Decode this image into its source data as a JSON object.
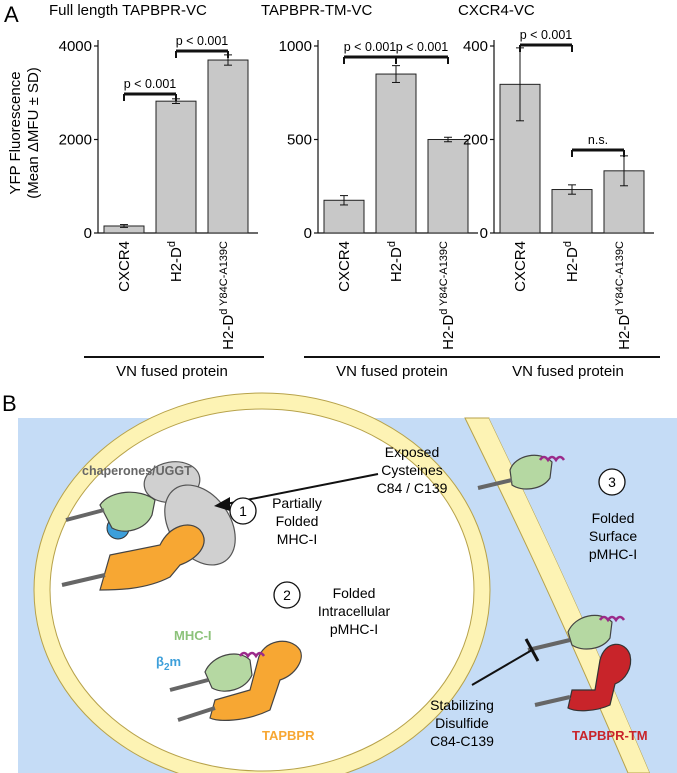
{
  "panel_a": {
    "label": "A",
    "ylabel_line1": "YFP Fluorescence",
    "ylabel_line2": "(Mean ΔMFU ± SD)",
    "xaxis_caption": "VN fused protein"
  },
  "chart_data": [
    {
      "type": "bar",
      "title": "Full length TAPBPR-VC",
      "categories": [
        "CXCR4",
        "H2-D",
        "H2-D"
      ],
      "category_superscripts": [
        "",
        "d",
        "d Y84C-A139C"
      ],
      "values": [
        150,
        2820,
        3700
      ],
      "errors": [
        30,
        50,
        110
      ],
      "ylim": [
        0,
        4000
      ],
      "yticks": [
        "0",
        "2000",
        "4000"
      ],
      "xlabel": "VN fused protein",
      "significance": [
        {
          "pair": [
            0,
            1
          ],
          "label": "p < 0.001"
        },
        {
          "pair": [
            1,
            2
          ],
          "label": "p < 0.001"
        }
      ]
    },
    {
      "type": "bar",
      "title": "TAPBPR-TM-VC",
      "categories": [
        "CXCR4",
        "H2-D",
        "H2-D"
      ],
      "category_superscripts": [
        "",
        "d",
        "d Y84C-A139C"
      ],
      "values": [
        175,
        850,
        500
      ],
      "errors": [
        25,
        45,
        12
      ],
      "ylim": [
        0,
        1000
      ],
      "yticks": [
        "0",
        "500",
        "1000"
      ],
      "xlabel": "VN fused protein",
      "significance": [
        {
          "pair": [
            0,
            1
          ],
          "label": "p < 0.001"
        },
        {
          "pair": [
            1,
            2
          ],
          "label": "p < 0.001"
        }
      ]
    },
    {
      "type": "bar",
      "title": "CXCR4-VC",
      "categories": [
        "CXCR4",
        "H2-D",
        "H2-D"
      ],
      "category_superscripts": [
        "",
        "d",
        "d Y84C-A139C"
      ],
      "values": [
        318,
        93,
        133
      ],
      "errors": [
        78,
        10,
        32
      ],
      "ylim": [
        0,
        400
      ],
      "yticks": [
        "0",
        "200",
        "400"
      ],
      "xlabel": "VN fused protein",
      "significance": [
        {
          "pair": [
            0,
            1
          ],
          "label": "p < 0.001"
        },
        {
          "pair": [
            1,
            2
          ],
          "label": "n.s."
        }
      ]
    }
  ],
  "panel_b": {
    "label": "B",
    "chaperones": "chaperones/UGGT",
    "exposed_line1": "Exposed",
    "exposed_line2": "Cysteines",
    "exposed_line3": "C84 / C139",
    "step1_num": "1",
    "step1_line1": "Partially",
    "step1_line2": "Folded",
    "step1_line3": "MHC-I",
    "step2_num": "2",
    "step2_line1": "Folded",
    "step2_line2": "Intracellular",
    "step2_line3": "pMHC-I",
    "step3_num": "3",
    "step3_line1": "Folded",
    "step3_line2": "Surface",
    "step3_line3": "pMHC-I",
    "mhc_label": "MHC-I",
    "b2m_label": "β",
    "b2m_sub": "2",
    "b2m_suffix": "m",
    "tapbpr_label": "TAPBPR",
    "tapbpr_tm_label": "TAPBPR-TM",
    "disulfide_line1": "Stabilizing",
    "disulfide_line2": "Disulfide",
    "disulfide_line3": "C84-C139",
    "colors": {
      "background": "#c5dcf6",
      "membrane": "#fdf3b4",
      "membrane_edge": "#b7a24a",
      "mhc": "#b5d8a2",
      "b2m": "#3d9fda",
      "tapbpr": "#f7a733",
      "tapbpr_tm": "#c8242a",
      "chaperone": "#d0d0d0",
      "peptide": "#9b2a8a"
    }
  }
}
